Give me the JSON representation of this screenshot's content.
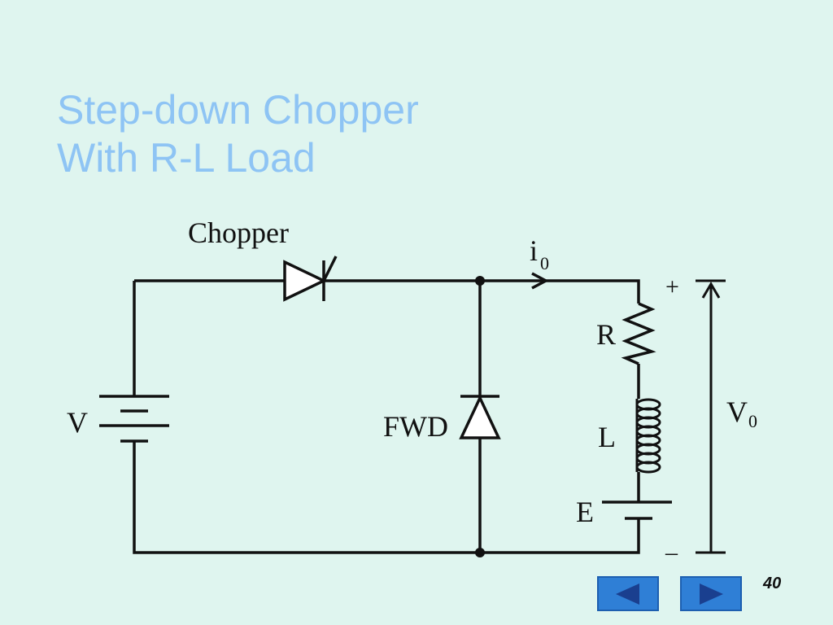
{
  "slide": {
    "title_line1": "Step-down Chopper",
    "title_line2": "With R-L Load",
    "page_number": "40"
  },
  "labels": {
    "chopper": "Chopper",
    "current": "i",
    "current_sub": "0",
    "source": "V",
    "fwd": "FWD",
    "resistor": "R",
    "inductor": "L",
    "emf": "E",
    "output_voltage": "V",
    "output_voltage_sub": "0",
    "plus": "+",
    "minus": "–"
  },
  "colors": {
    "background": "#dff5ef",
    "title": "#8ec4f4",
    "nav_button": "#2f7fd6",
    "nav_arrow": "#1a3f8f",
    "wire": "#111111"
  },
  "navigation": {
    "prev_icon": "left-arrow-icon",
    "next_icon": "right-arrow-icon"
  }
}
